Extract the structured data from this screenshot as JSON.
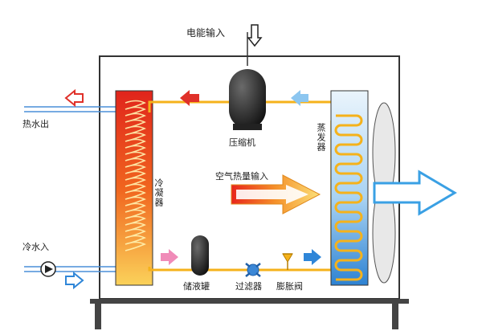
{
  "diagram": {
    "labels": {
      "power_input": "电能输入",
      "hot_water_out": "热水出",
      "cold_water_in": "冷水入",
      "compressor": "压缩机",
      "condenser": "冷凝器",
      "evaporator": "蒸发器",
      "air_heat_input": "空气热量输入",
      "receiver": "储液罐",
      "filter": "过滤器",
      "expansion_valve": "膨胀阀"
    },
    "colors": {
      "pipe_hot": "#f5b21b",
      "pipe_water": "#4a8fd8",
      "arrow_red": "#e0312a",
      "arrow_blue": "#2f86d8",
      "arrow_pink": "#f08bb8",
      "frame": "#333333"
    }
  }
}
